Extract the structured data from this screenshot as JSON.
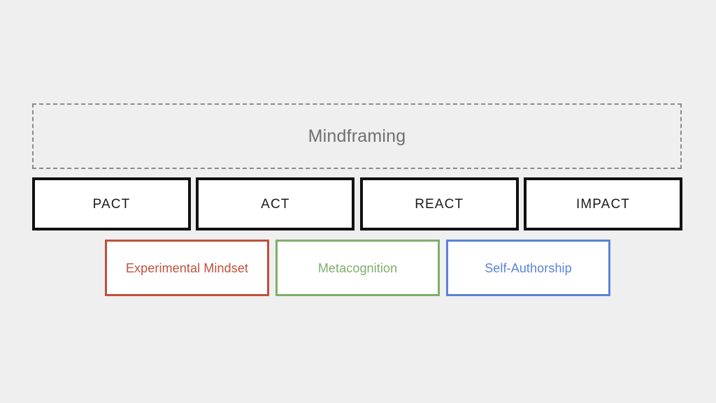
{
  "diagram": {
    "title": "Mindframing",
    "background_color": "#efefef",
    "umbrella": {
      "label": "Mindframing",
      "border_style": "dashed",
      "border_color": "#8a8a8a",
      "text_color": "#6f6f6f"
    },
    "stages": [
      {
        "label": "PACT",
        "border_color": "#111111",
        "fill_color": "#ffffff",
        "text_color": "#1a1a1a"
      },
      {
        "label": "ACT",
        "border_color": "#111111",
        "fill_color": "#ffffff",
        "text_color": "#1a1a1a"
      },
      {
        "label": "REACT",
        "border_color": "#111111",
        "fill_color": "#ffffff",
        "text_color": "#1a1a1a"
      },
      {
        "label": "IMPACT",
        "border_color": "#111111",
        "fill_color": "#ffffff",
        "text_color": "#1a1a1a"
      }
    ],
    "capabilities": [
      {
        "label": "Experimental Mindset",
        "border_color": "#c0503a",
        "fill_color": "#ffffff",
        "text_color": "#c0503a"
      },
      {
        "label": "Metacognition",
        "border_color": "#7fae6c",
        "fill_color": "#ffffff",
        "text_color": "#7fae6c"
      },
      {
        "label": "Self-Authorship",
        "border_color": "#5a82d8",
        "fill_color": "#ffffff",
        "text_color": "#5a82d8"
      }
    ]
  }
}
